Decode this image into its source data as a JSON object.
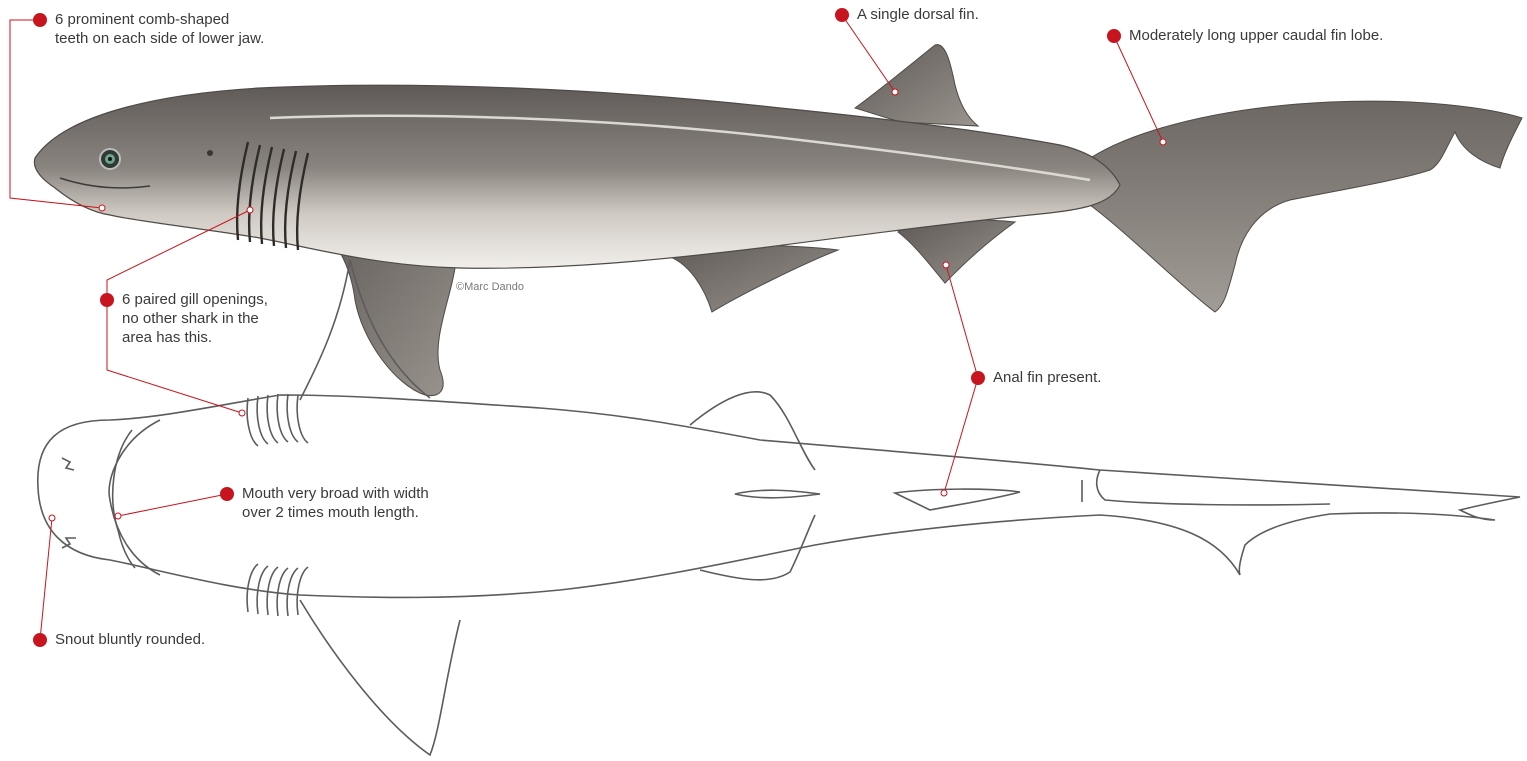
{
  "credit": "©Marc Dando",
  "colors": {
    "callout": "#c8141e",
    "leader": "#c8141e",
    "outline": "#6a6a6a",
    "body_dark": "#6f6a66",
    "body_light": "#e9e6e1"
  },
  "callouts": {
    "teeth": {
      "lines": [
        "6 prominent comb-shaped",
        "teeth on each side of lower jaw."
      ]
    },
    "dorsal": {
      "lines": [
        "A single dorsal fin."
      ]
    },
    "caudal": {
      "lines": [
        "Moderately long upper caudal fin lobe."
      ]
    },
    "gills": {
      "lines": [
        "6 paired gill openings,",
        "no other shark in the",
        "area has this."
      ]
    },
    "anal": {
      "lines": [
        "Anal fin present."
      ]
    },
    "mouth": {
      "lines": [
        "Mouth very broad with width",
        "over 2 times mouth length."
      ]
    },
    "snout": {
      "lines": [
        "Snout bluntly rounded."
      ]
    }
  }
}
